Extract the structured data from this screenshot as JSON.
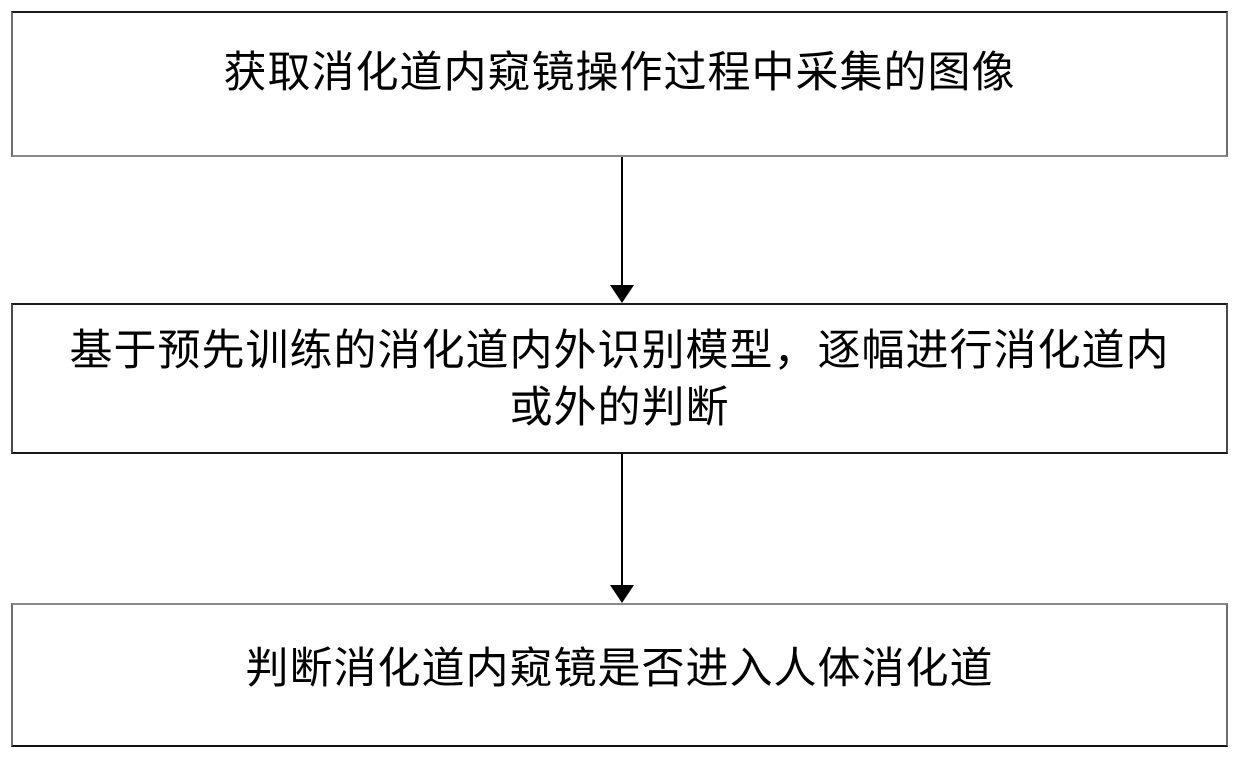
{
  "diagram": {
    "type": "flowchart",
    "orientation": "vertical",
    "background_color": "#ffffff",
    "text_color": "#000000",
    "border_color": "#6e6e6e",
    "nodes": [
      {
        "id": "step-1",
        "shape": "rectangle",
        "text": "获取消化道内窥镜操作过程中采集的图像"
      },
      {
        "id": "step-2",
        "shape": "rectangle",
        "text": "基于预先训练的消化道内外识别模型，逐幅进行消化道内\n或外的判断"
      },
      {
        "id": "step-3",
        "shape": "rectangle",
        "text": "判断消化道内窥镜是否进入人体消化道"
      }
    ],
    "connectors": [
      {
        "id": "arrow-1",
        "from": "step-1",
        "to": "step-2",
        "direction": "down",
        "arrowhead": "solid-triangle",
        "label": ""
      },
      {
        "id": "arrow-2",
        "from": "step-2",
        "to": "step-3",
        "direction": "down",
        "arrowhead": "solid-triangle",
        "label": ""
      }
    ]
  }
}
